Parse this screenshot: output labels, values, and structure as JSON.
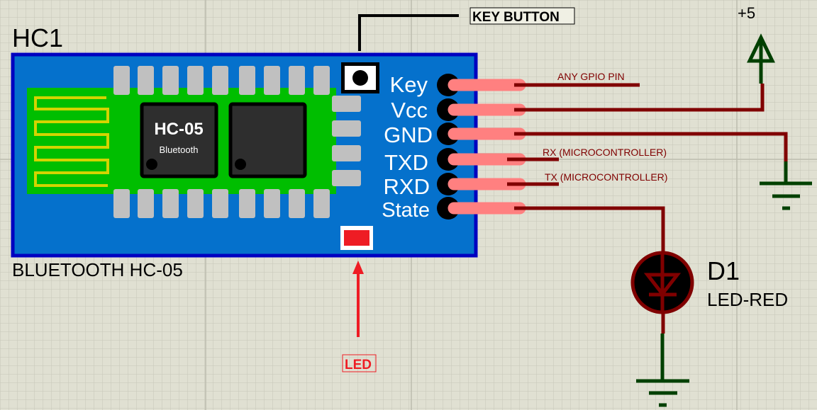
{
  "module": {
    "ref": "HC1",
    "value": "BLUETOOTH HC-05",
    "chip_title": "HC-05",
    "chip_subtitle": "Bluetooth",
    "pins": [
      "Key",
      "Vcc",
      "GND",
      "TXD",
      "RXD",
      "State"
    ]
  },
  "annotations": {
    "key_button": "KEY BUTTON",
    "led": "LED"
  },
  "nets": {
    "key": "ANY GPIO PIN",
    "txd": "RX (MICROCONTROLLER)",
    "rxd": "TX (MICROCONTROLLER)",
    "power": "+5"
  },
  "led": {
    "ref": "D1",
    "value": "LED-RED"
  },
  "colors": {
    "background": "#e0e0d2",
    "grid": "#c6c6b8",
    "board": "#0571cc",
    "board_border": "#0000c0",
    "pcb": "#00be00",
    "antenna": "#d4d400",
    "pad": "#c0c0c0",
    "chip": "#2e2e2e",
    "pin_stub": "#ff8080",
    "wire": "#800000",
    "power_wire": "#004000",
    "annotation_red": "#ee1c24"
  }
}
